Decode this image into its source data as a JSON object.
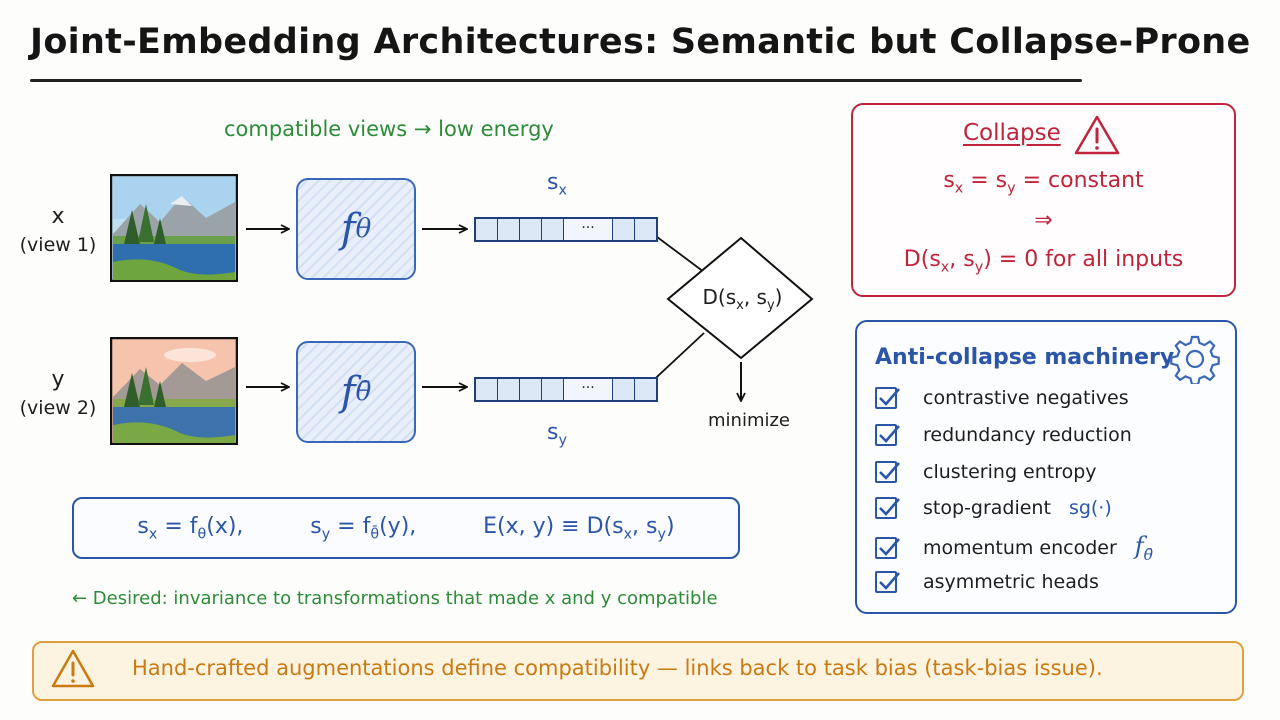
{
  "title": "Joint-Embedding Architectures: Semantic but Collapse-Prone",
  "annotation_compatible": "compatible views → low energy",
  "inputs": {
    "x": {
      "var": "x",
      "label": "(view 1)"
    },
    "y": {
      "var": "y",
      "label": "(view 2)"
    }
  },
  "encoders": {
    "top": {
      "symbol": "f",
      "subscript": "θ"
    },
    "bottom": {
      "symbol": "f",
      "subscript": "θ̄"
    }
  },
  "embeddings": {
    "top": {
      "symbol": "s",
      "subscript": "x",
      "dots": "···"
    },
    "bottom": {
      "symbol": "s",
      "subscript": "y",
      "dots": "···"
    }
  },
  "distance": {
    "prefix": "D(s",
    "sub1": "x",
    "mid": ", s",
    "sub2": "y",
    "suffix": ")"
  },
  "minimize_label": "minimize",
  "formulas": {
    "f1": {
      "a": "s",
      "a_sub": "x",
      "b": " = f",
      "b_sub": "θ",
      "c": "(x),"
    },
    "f2": {
      "a": "s",
      "a_sub": "y",
      "b": " = f",
      "b_sub": "θ̄",
      "c": "(y),"
    },
    "f3": {
      "a": "E(x, y) ≡ D(s",
      "a_sub": "x",
      "b": ", s",
      "b_sub": "y",
      "c": ")"
    }
  },
  "desired_note": "← Desired: invariance to transformations that made x and y compatible",
  "collapse": {
    "title": "Collapse",
    "line1": {
      "a": "s",
      "a_sub": "x",
      "b": " = s",
      "b_sub": "y",
      "c": " = constant"
    },
    "line2": "⇒",
    "line3": {
      "a": "D(s",
      "a_sub": "x",
      "b": ", s",
      "b_sub": "y",
      "c": ") = 0 for all inputs"
    }
  },
  "anti_collapse": {
    "title": "Anti-collapse machinery",
    "items": [
      {
        "label": "contrastive negatives"
      },
      {
        "label": "redundancy reduction"
      },
      {
        "label": "clustering entropy"
      },
      {
        "label": "stop-gradient",
        "extra": "sg(·)"
      },
      {
        "label": "momentum encoder",
        "extra": "f",
        "extra_sub": "θ̄"
      },
      {
        "label": "asymmetric heads"
      }
    ]
  },
  "banner": "Hand-crafted augmentations define compatibility — links back to task bias (task-bias issue).",
  "colors": {
    "blue": "#2b56a8",
    "red": "#c0243c",
    "green": "#2e8b3a",
    "orange": "#c97a12"
  }
}
